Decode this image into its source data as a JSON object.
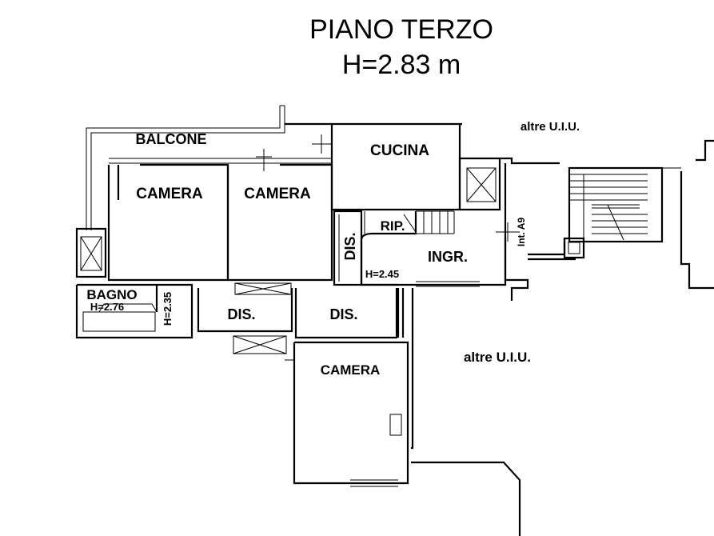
{
  "title": {
    "line1": "PIANO TERZO",
    "line2": "H=2.83 m"
  },
  "rooms": {
    "balcone": "BALCONE",
    "cucina": "CUCINA",
    "camera_1": "CAMERA",
    "camera_2": "CAMERA",
    "camera_3": "CAMERA",
    "rip": "RIP.",
    "dis_vertical": "DIS.",
    "ingr": "INGR.",
    "bagno": "BAGNO",
    "dis_1": "DIS.",
    "dis_2": "DIS."
  },
  "heights": {
    "bagno": "H=2.76",
    "bagno_small": "H=2.35",
    "ingr": "H=2.45"
  },
  "labels": {
    "altre_top": "altre U.I.U.",
    "altre_right": "altre U.I.U.",
    "int": "Int. A9"
  }
}
